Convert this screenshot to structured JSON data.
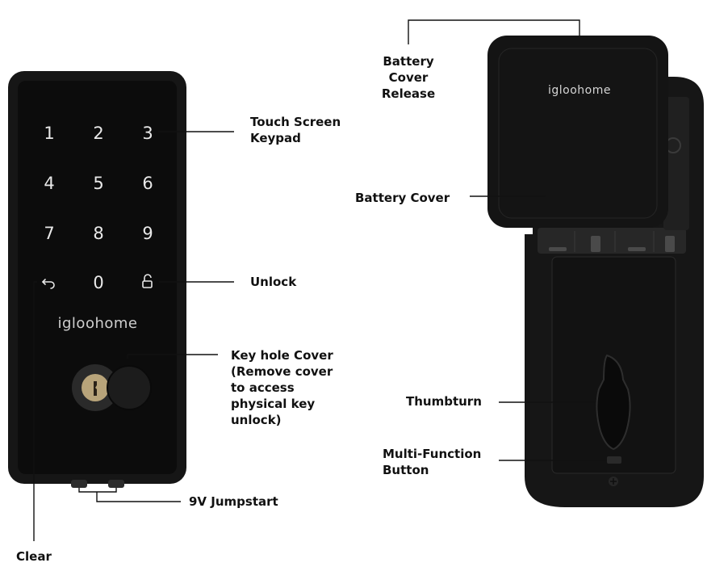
{
  "front": {
    "keypad": [
      "1",
      "2",
      "3",
      "4",
      "5",
      "6",
      "7",
      "8",
      "9",
      "↶",
      "0",
      "🔓"
    ],
    "brand": "igloohome"
  },
  "back": {
    "brand": "igloohome"
  },
  "labels": {
    "touch_screen_keypad": "Touch Screen\nKeypad",
    "unlock": "Unlock",
    "key_hole_cover": "Key hole Cover\n(Remove cover\nto access\nphysical key\nunlock)",
    "jumpstart": "9V Jumpstart",
    "clear": "Clear",
    "battery_cover_release": "Battery Cover\nRelease",
    "battery_cover": "Battery Cover",
    "thumbturn": "Thumbturn",
    "multi_function_button": "Multi-Function\nButton"
  },
  "colors": {
    "body": "#161616",
    "panel": "#0b0b0b",
    "key_brass": "#b8a47a",
    "leader": "#111111"
  }
}
